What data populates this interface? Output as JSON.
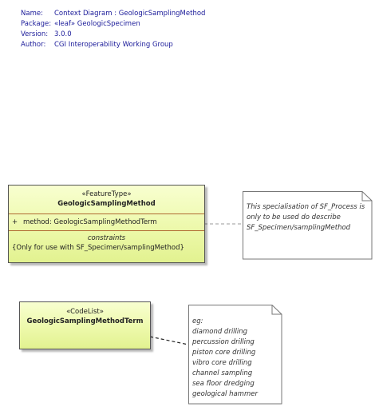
{
  "metadata": {
    "name_key": "Name:",
    "name_value": "Context Diagram : GeologicSamplingMethod",
    "package_key": "Package:",
    "package_value": "«leaf» GeologicSpecimen",
    "version_key": "Version:",
    "version_value": "3.0.0",
    "author_key": "Author:",
    "author_value": "CGI Interoperability Working Group"
  },
  "feature_type_class": {
    "stereotype": "«FeatureType»",
    "name": "GeologicSamplingMethod",
    "attribute_visibility": "+",
    "attribute": "method: GeologicSamplingMethodTerm",
    "constraints_title": "constraints",
    "constraint": "{Only for use with SF_Specimen/samplingMethod}"
  },
  "codelist_class": {
    "stereotype": "«CodeList»",
    "name": "GeologicSamplingMethodTerm"
  },
  "note_featuretype": {
    "lines": [
      "This specialisation of SF_Process is",
      "only to be used do describe",
      "SF_Specimen/samplingMethod"
    ]
  },
  "note_codelist": {
    "lines": [
      "eg:",
      "diamond drilling",
      "percussion drilling",
      "piston core drilling",
      "vibro core drilling",
      "channel sampling",
      "sea floor dredging",
      "geological hammer"
    ]
  },
  "colors": {
    "class_fill": "#ecf8a8",
    "class_border": "#555555",
    "compartment_line": "#b06a33",
    "metadata_text": "#1a1a99",
    "note_border": "#777777"
  }
}
